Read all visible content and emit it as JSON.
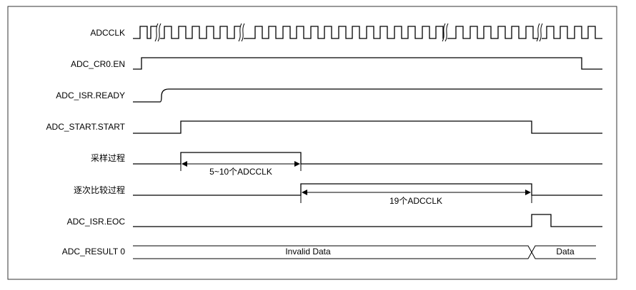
{
  "signals": [
    {
      "id": "adcclk",
      "label": "ADCCLK"
    },
    {
      "id": "en",
      "label": "ADC_CR0.EN"
    },
    {
      "id": "ready",
      "label": "ADC_ISR.READY"
    },
    {
      "id": "start",
      "label": "ADC_START.START"
    },
    {
      "id": "sample",
      "label": "采样过程"
    },
    {
      "id": "compare",
      "label": "逐次比较过程"
    },
    {
      "id": "eoc",
      "label": "ADC_ISR.EOC"
    },
    {
      "id": "result",
      "label": "ADC_RESULT 0"
    }
  ],
  "annotations": {
    "sampling_duration": "5~10个ADCCLK",
    "compare_duration": "19个ADCCLK",
    "invalid_data": "Invalid Data",
    "data": "Data"
  }
}
